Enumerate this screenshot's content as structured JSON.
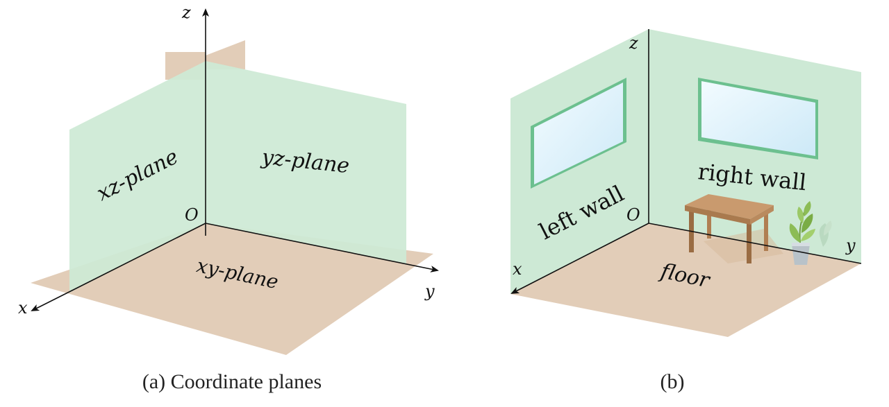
{
  "panel_a": {
    "caption": "(a) Coordinate planes",
    "axis_x": "x",
    "axis_y": "y",
    "axis_z": "z",
    "origin": "O",
    "xz_plane": "xz-plane",
    "yz_plane": "yz-plane",
    "xy_plane": "xy-plane"
  },
  "panel_b": {
    "caption": "(b)",
    "axis_x": "x",
    "axis_y": "y",
    "axis_z": "z",
    "origin": "O",
    "left_wall": "left wall",
    "right_wall": "right wall",
    "floor": "floor"
  },
  "colors": {
    "plane_green": "#cde9d5",
    "plane_tan": "#e2cdb8",
    "window_blue": "#dcf0fa",
    "window_frame": "#6cc08f",
    "table_wood": "#c99a6e",
    "pot": "#b8c2c9",
    "plant_leaf": "#8cbc55"
  }
}
